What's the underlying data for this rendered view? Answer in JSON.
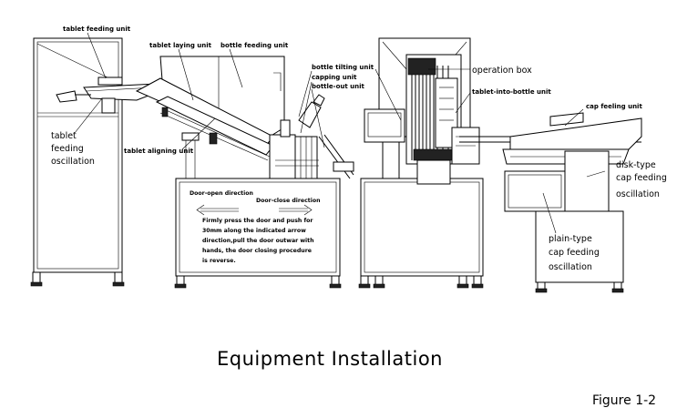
{
  "labels": {
    "tablet_feeding_unit": "tablet feeding unit",
    "tablet_laying_unit": "tablet laying unit",
    "bottle_feeding_unit": "bottle feeding unit",
    "bottle_tilting_unit": "bottle tilting unit",
    "capping_unit": "capping unit",
    "bottle_out_unit": "bottle-out unit",
    "tablet_aligning_unit": "tablet aligning unit",
    "tablet_feeding_oscillation_1": "tablet",
    "tablet_feeding_oscillation_2": "feeding",
    "tablet_feeding_oscillation_3": "oscillation",
    "operation_box": "operation box",
    "tablet_into_bottle_unit": "tablet-into-bottle unit",
    "cap_feeling_unit": "cap feeling unit",
    "disk_type_1": "disk-type",
    "disk_type_2": "cap feeding",
    "disk_type_3": "oscillation",
    "plain_type_1": "plain-type",
    "plain_type_2": "cap feeding",
    "plain_type_3": "oscillation"
  },
  "door_panel": {
    "open_direction": "Door-open direction",
    "close_direction": "Door-close direction",
    "instructions": [
      "Firmly press the door and push for",
      "30mm along the indicated arrow",
      "direction,pull the door outwar with",
      "hands, the door closing procedure",
      "is reverse."
    ]
  },
  "caption": {
    "title": "Equipment Installation",
    "figure": "Figure 1-2"
  }
}
